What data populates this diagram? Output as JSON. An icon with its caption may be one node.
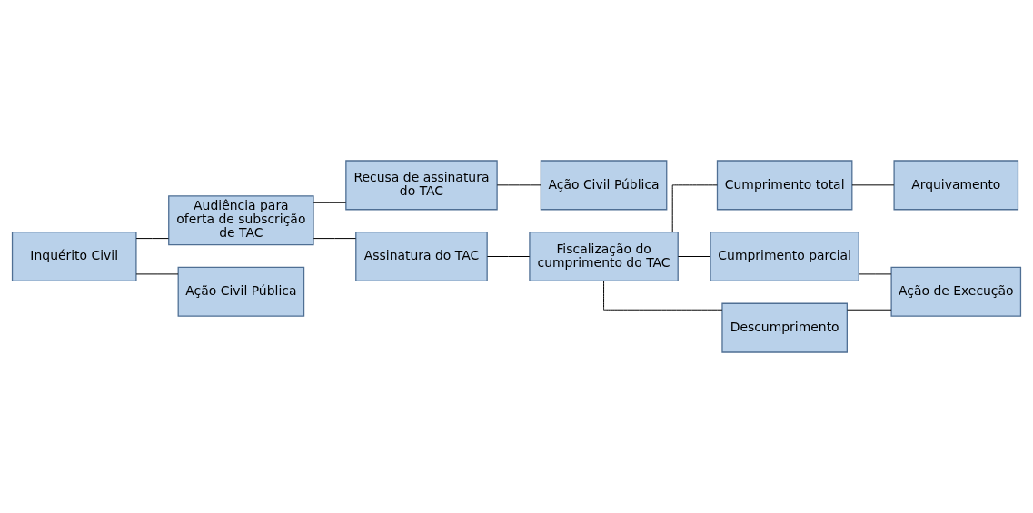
{
  "diagram": {
    "nodes": [
      {
        "text": [
          "Inquérito Civil"
        ]
      },
      {
        "text": [
          "Audiência para oferta de subscrição de TAC"
        ]
      },
      {
        "text": [
          "Ação Civil Pública"
        ]
      },
      {
        "text": [
          "Recusa de assinatura do TAC"
        ]
      },
      {
        "text": [
          "Assinatura do TAC"
        ]
      },
      {
        "text": [
          "Ação Civil Pública"
        ]
      },
      {
        "text": [
          "Fiscalização do cumprimento do TAC"
        ]
      },
      {
        "text": [
          "Cumprimento total"
        ]
      },
      {
        "text": [
          "Cumprimento parcial"
        ]
      },
      {
        "text": [
          "Descumprimento"
        ]
      },
      {
        "text": [
          "Arquivamento"
        ]
      },
      {
        "text": [
          "Ação de Execução"
        ]
      }
    ],
    "edges": [
      {
        "from": 0,
        "to": 1,
        "arrow": "none"
      },
      {
        "from": 0,
        "to": 2,
        "arrow": "none"
      },
      {
        "from": 1,
        "to": 3,
        "arrow": "none"
      },
      {
        "from": 1,
        "to": 4,
        "arrow": "none"
      },
      {
        "from": 3,
        "to": 5,
        "arrow": "none"
      },
      {
        "from": 4,
        "to": 6,
        "arrow": "none"
      },
      {
        "from": 6,
        "to": 7,
        "arrow": "none"
      },
      {
        "from": 6,
        "to": 8,
        "arrow": "none"
      },
      {
        "from": 6,
        "to": 9,
        "arrow": "none"
      },
      {
        "from": 7,
        "to": 10,
        "arrow": "none"
      },
      {
        "from": 8,
        "to": 11,
        "arrow": "none"
      },
      {
        "from": 9,
        "to": 11,
        "arrow": "none"
      }
    ]
  }
}
